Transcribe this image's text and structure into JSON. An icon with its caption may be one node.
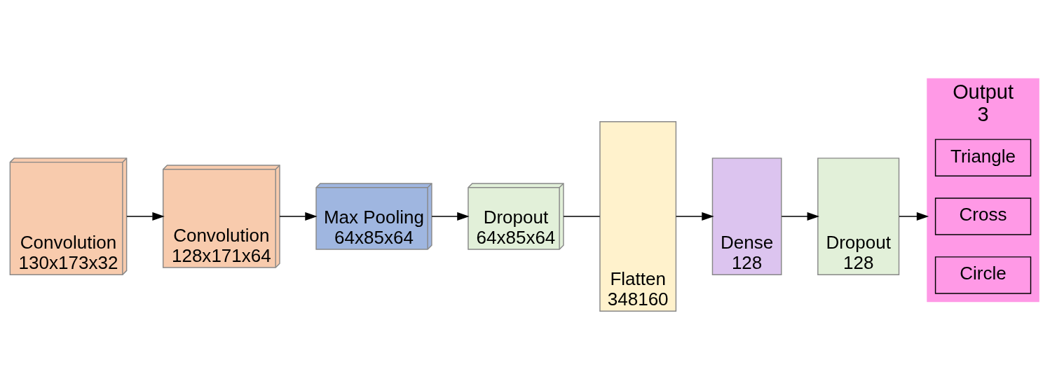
{
  "diagram": {
    "nodes": [
      {
        "text": [
          "Convolution",
          "130x173x32"
        ]
      },
      {
        "text": [
          "Convolution",
          "128x171x64"
        ]
      },
      {
        "text": [
          "Max Pooling",
          "64x85x64"
        ]
      },
      {
        "text": [
          "Dropout",
          "64x85x64"
        ]
      },
      {
        "text": [
          "Flatten",
          "348160"
        ]
      },
      {
        "text": [
          "Dense",
          "128"
        ]
      },
      {
        "text": [
          "Dropout",
          "128"
        ]
      },
      {
        "text": [
          "Output",
          "3"
        ]
      },
      {
        "text": [
          "Circle"
        ],
        "in": 7
      },
      {
        "text": [
          "Cross"
        ],
        "in": 7
      },
      {
        "text": [
          "Triangle"
        ],
        "in": 7
      }
    ],
    "edges": [
      {
        "from": 0,
        "to": 1,
        "arrow": "to"
      },
      {
        "from": 1,
        "to": 2,
        "arrow": "to"
      },
      {
        "from": 2,
        "to": 3,
        "arrow": "to"
      },
      {
        "from": 3,
        "to": 4,
        "arrow": "none"
      },
      {
        "from": 4,
        "to": 5,
        "arrow": "to"
      },
      {
        "from": 5,
        "to": 6,
        "arrow": "to"
      },
      {
        "from": 6,
        "to": 7,
        "arrow": "to"
      }
    ]
  }
}
